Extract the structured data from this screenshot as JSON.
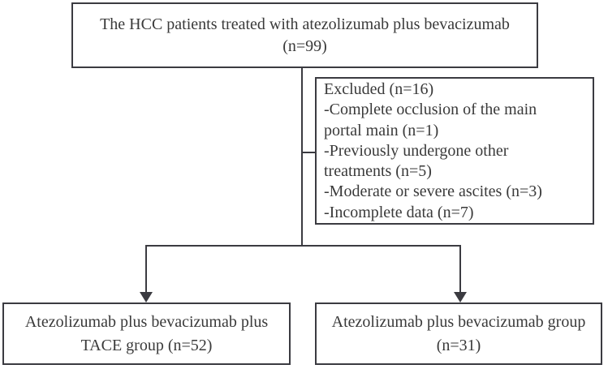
{
  "diagram": {
    "type": "patient-flow-chart",
    "colors": {
      "line": "#3b3b41",
      "text": "#3a3a3a",
      "background": "#ffffff"
    },
    "title_box": {
      "lines": {
        "0": "The HCC patients treated with atezolizumab plus bevacizumab",
        "1": "(n=99)"
      }
    },
    "excluded_box": {
      "lines": {
        "0": "Excluded (n=16)",
        "1": "-Complete occlusion of the main",
        "2": "portal main (n=1)",
        "3": "-Previously undergone other",
        "4": "treatments (n=5)",
        "5": "-Moderate or severe ascites (n=3)",
        "6": "-Incomplete data (n=7)"
      }
    },
    "tace_group_box": {
      "lines": {
        "0": "Atezolizumab plus bevacizumab plus",
        "1": "TACE group (n=52)"
      }
    },
    "atezo_bev_group_box": {
      "lines": {
        "0": "Atezolizumab plus bevacizumab group",
        "1": "(n=31)"
      }
    }
  }
}
